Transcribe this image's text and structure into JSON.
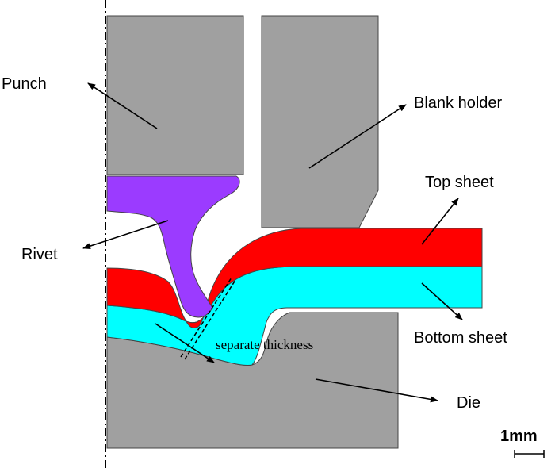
{
  "labels": {
    "punch": "Punch",
    "blank_holder": "Blank holder",
    "top_sheet": "Top sheet",
    "rivet": "Rivet",
    "bottom_sheet": "Bottom sheet",
    "separate_thickness": "separate thickness",
    "die": "Die",
    "scale": "1mm"
  },
  "colors": {
    "tool_gray": "#a0a0a0",
    "rivet_purple": "#9b3bff",
    "top_sheet_red": "#ff0000",
    "bottom_sheet_cyan": "#00ffff"
  }
}
